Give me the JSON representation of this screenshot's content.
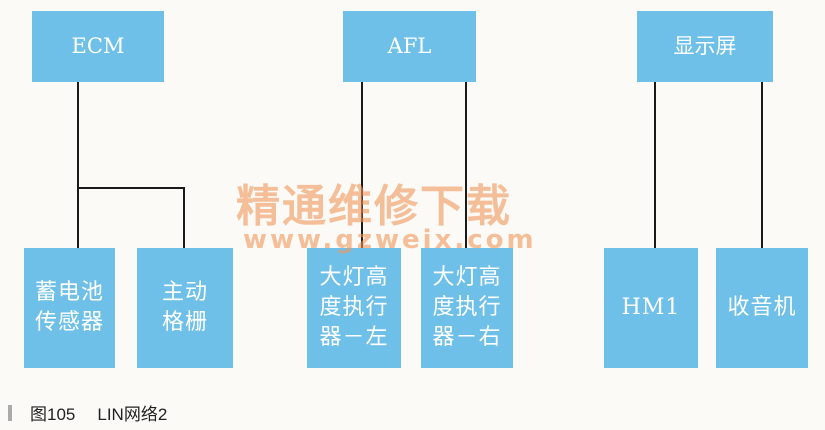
{
  "diagram": {
    "modules": {
      "ecm": "ECM",
      "afl": "AFL",
      "display": "显示屏"
    },
    "slaves": {
      "battery_sensor": "蓄电池\n传感器",
      "active_grille": "主动\n格栅",
      "headlamp_left": "大灯高\n度执行\n器－左",
      "headlamp_right": "大灯高\n度执行\n器－右",
      "hmi": "HM1",
      "radio": "收音机"
    },
    "colors": {
      "box": "#6fc0e8",
      "line": "#1a1a1a",
      "watermark": "#f0965a"
    }
  },
  "watermark": {
    "text": "精通维修下载",
    "url": "www.gzweix.com"
  },
  "caption": {
    "figure": "图105",
    "title": "LIN网络2"
  }
}
